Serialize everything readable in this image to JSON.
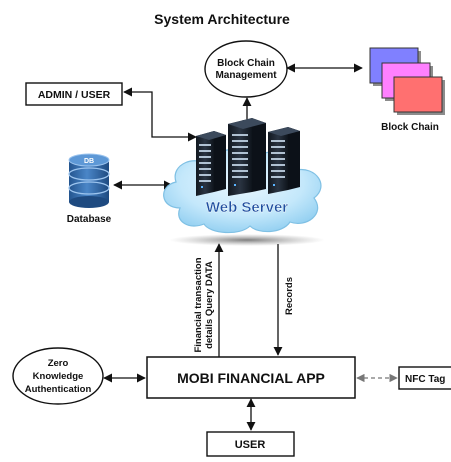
{
  "title": "System Architecture",
  "nodes": {
    "admin_user": "ADMIN / USER",
    "blockchain_mgmt_line1": "Block Chain",
    "blockchain_mgmt_line2": "Management",
    "blockchain": "Block Chain",
    "database": "Database",
    "db_icon_text": "DB",
    "web_server": "Web Server",
    "zk_line1": "Zero",
    "zk_line2": "Knowledge",
    "zk_line3": "Authentication",
    "app": "MOBI FINANCIAL APP",
    "nfc": "NFC Tag",
    "user": "USER"
  },
  "edges": {
    "financial_line1": "Financial  transaction",
    "financial_line2": "details Query DATA",
    "records": "Records"
  },
  "colors": {
    "cloud_fill": "#bfe6fb",
    "cloud_stroke": "#6cb6dd",
    "web_server_text": "#1e4fa0",
    "db_blue": "#3b74b4",
    "db_dark": "#1f4f86",
    "block_blue": "#8080ff",
    "block_pink": "#ff80ff",
    "block_red": "#ff7070",
    "server_dark": "#1b2430",
    "server_light": "#d8e6f2"
  }
}
